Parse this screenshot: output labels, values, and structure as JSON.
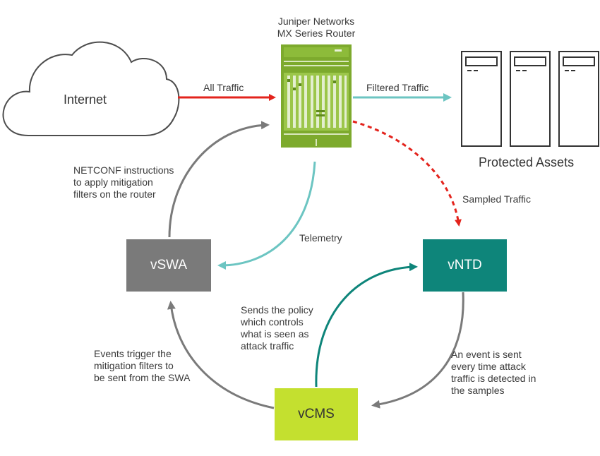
{
  "router": {
    "title": "Juniper Networks\nMX Series Router",
    "color": "#7daa2d"
  },
  "internet": {
    "label": "Internet"
  },
  "assets": {
    "label": "Protected Assets"
  },
  "nodes": {
    "vswa": {
      "label": "vSWA",
      "color": "#7a7a7a"
    },
    "vntd": {
      "label": "vNTD",
      "color": "#0e857a"
    },
    "vcms": {
      "label": "vCMS",
      "color": "#c4e02f"
    }
  },
  "flows": {
    "all_traffic": {
      "label": "All Traffic",
      "color": "#e3231c"
    },
    "filtered_traffic": {
      "label": "Filtered Traffic",
      "color": "#6cc5c2"
    },
    "sampled_traffic": {
      "label": "Sampled Traffic",
      "color": "#e3231c"
    },
    "telemetry": {
      "label": "Telemetry",
      "color": "#6cc5c2"
    },
    "netconf": {
      "label": "NETCONF instructions\nto apply mitigation\nfilters on the router",
      "color": "#7a7a7a"
    },
    "policy": {
      "label": "Sends the policy\nwhich controls\nwhat is seen as\nattack traffic",
      "color": "#0e857a"
    },
    "event_sent": {
      "label": "An event is sent\nevery time attack\ntraffic is detected in\nthe samples",
      "color": "#7a7a7a"
    },
    "events_trigger": {
      "label": "Events trigger the\nmitigation filters to\nbe sent from the SWA",
      "color": "#7a7a7a"
    }
  }
}
